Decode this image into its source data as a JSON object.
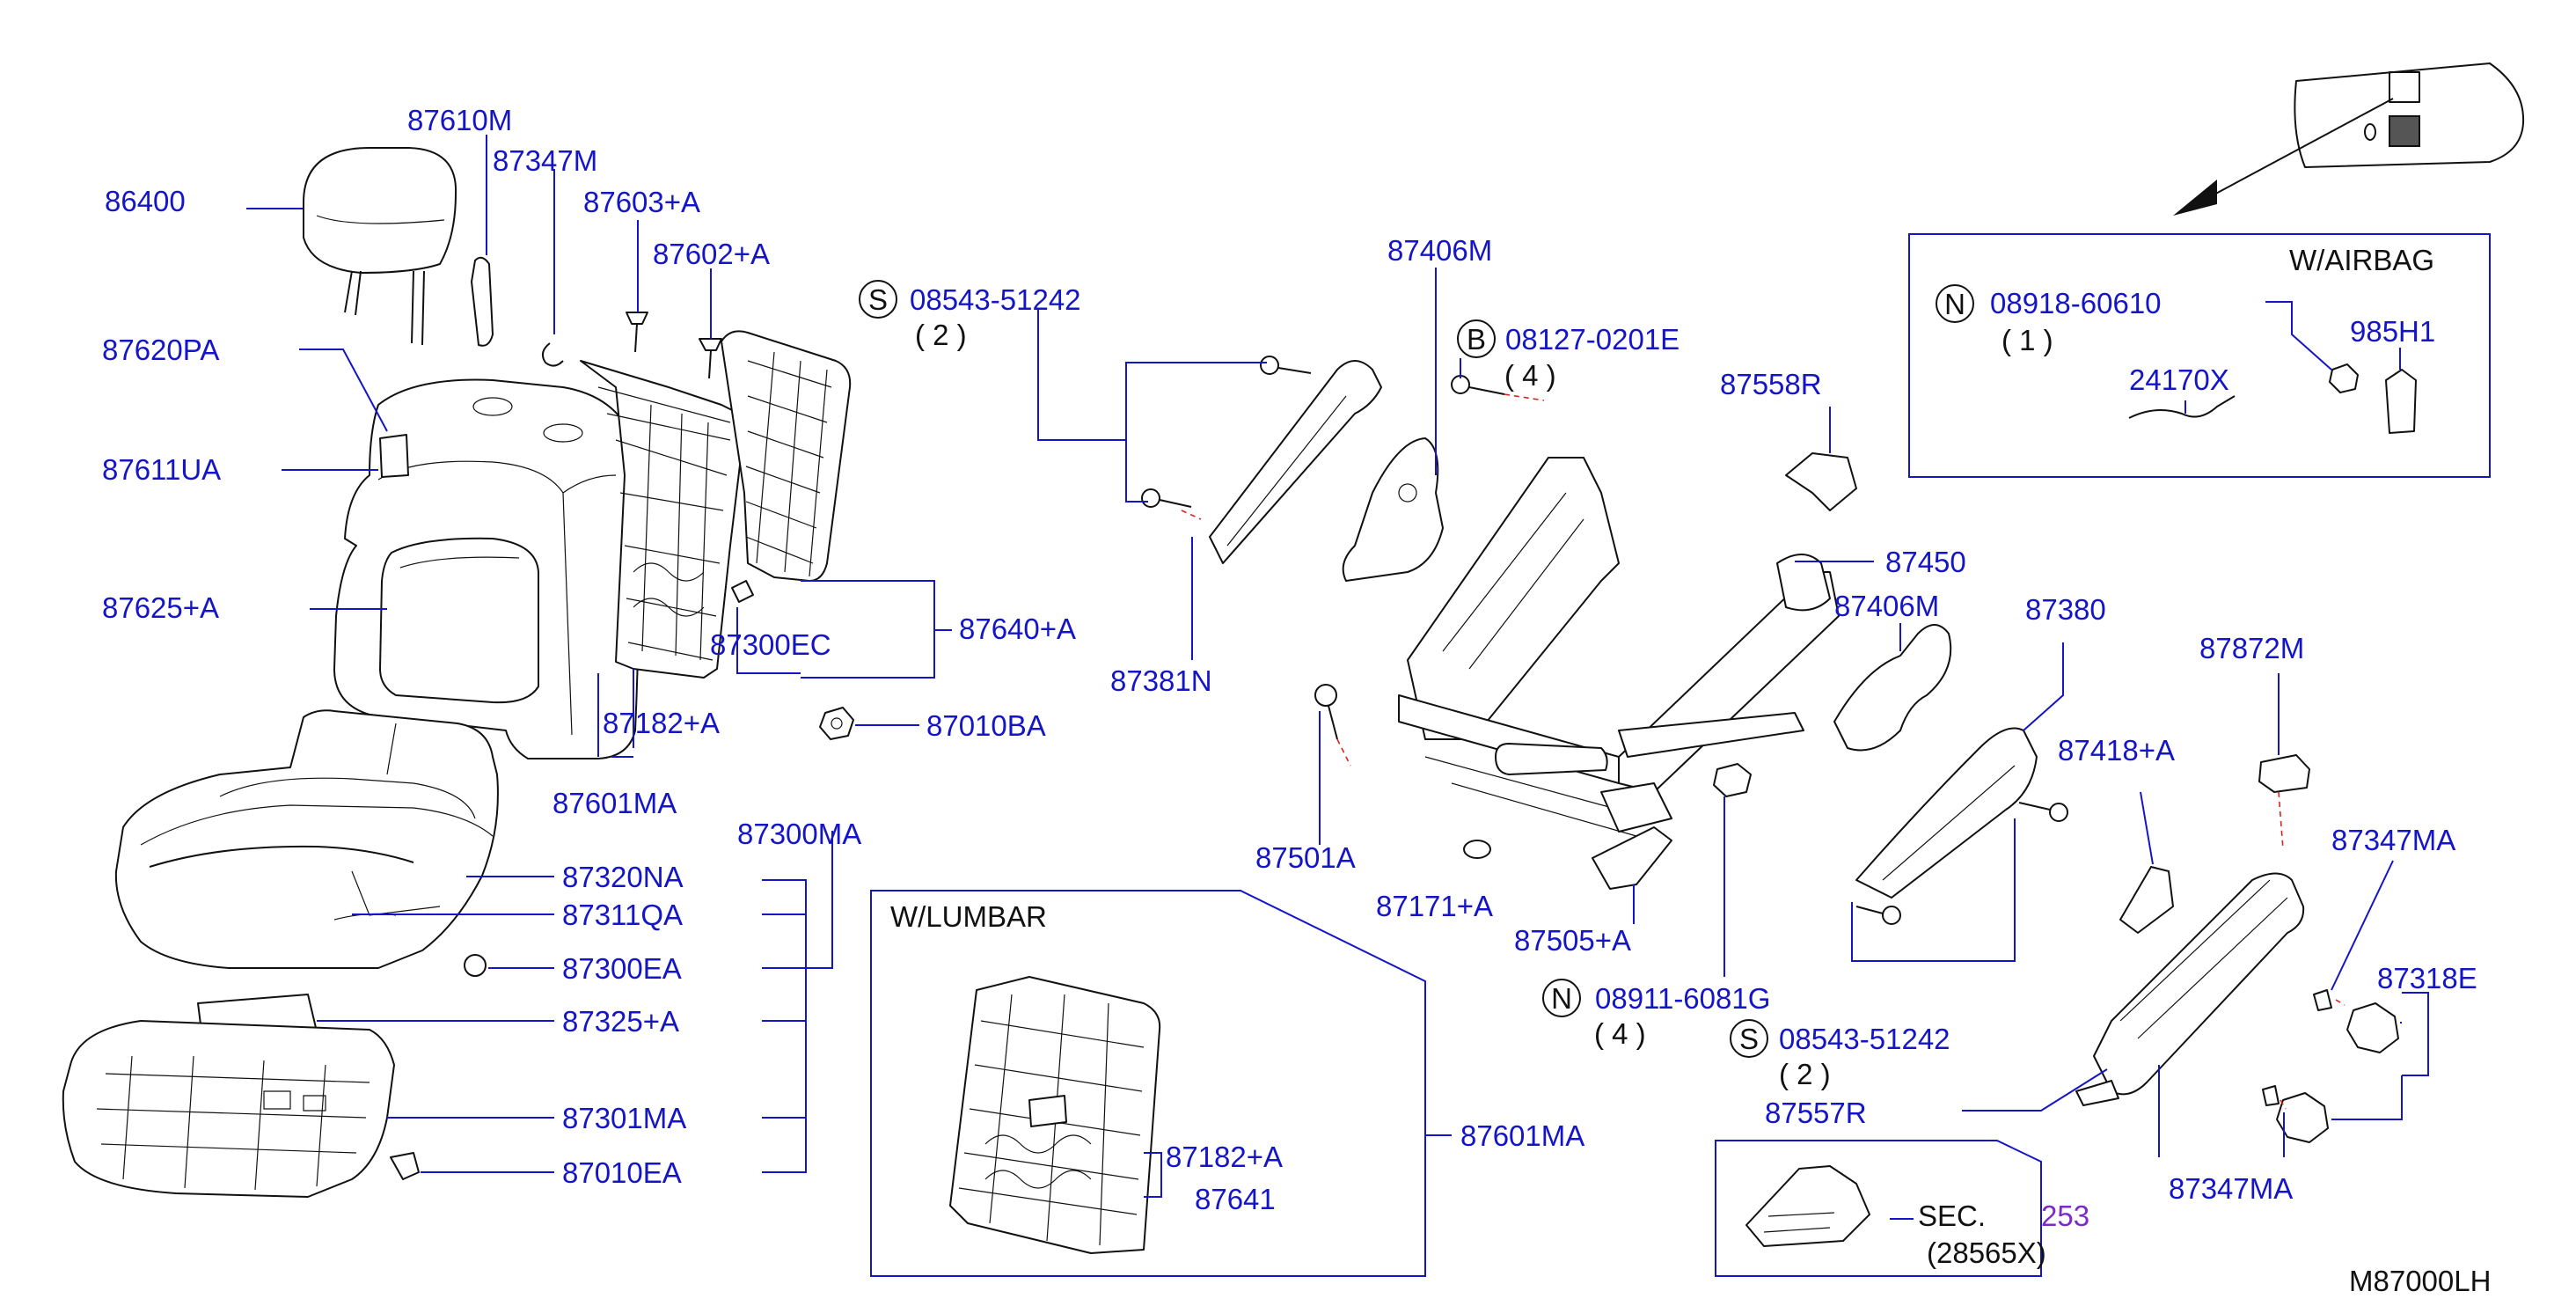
{
  "labels": {
    "p86400": "86400",
    "p87610M": "87610M",
    "p87347M": "87347M",
    "p87603A": "87603+A",
    "p87602A": "87602+A",
    "p87620PA": "87620PA",
    "p87611UA": "87611UA",
    "p87625A": "87625+A",
    "p87300EC": "87300EC",
    "p87640A": "87640+A",
    "p87182A_top": "87182+A",
    "p87601MA_top": "87601MA",
    "p87010BA": "87010BA",
    "p87300MA": "87300MA",
    "p87320NA": "87320NA",
    "p87311QA": "87311QA",
    "p87300EA": "87300EA",
    "p87325A": "87325+A",
    "p87301MA": "87301MA",
    "p87010EA": "87010EA",
    "s_bolt1": "08543-51242",
    "s_bolt1_qty": "( 2 )",
    "p87381N": "87381N",
    "p87406M_top": "87406M",
    "b_bolt": "08127-0201E",
    "b_bolt_qty": "( 4 )",
    "p87558R": "87558R",
    "p87450": "87450",
    "p87406M_right": "87406M",
    "p87380": "87380",
    "p87501A": "87501A",
    "p87171A": "87171+A",
    "p87505A": "87505+A",
    "n_nut": "08911-6081G",
    "n_nut_qty": "( 4 )",
    "s_bolt2": "08543-51242",
    "s_bolt2_qty": "( 2 )",
    "p87557R": "87557R",
    "p87872M": "87872M",
    "p87418A": "87418+A",
    "p87347MA_top": "87347MA",
    "p87318E": "87318E",
    "p87347MA_bottom": "87347MA",
    "p87182A_lumbar": "87182+A",
    "p87641": "87641",
    "p87601MA_right": "87601MA",
    "airbag_title": "W/AIRBAG",
    "n_airbag": "08918-60610",
    "n_airbag_qty": "( 1 )",
    "p985H1": "985H1",
    "p24170X": "24170X",
    "lumbar_title": "W/LUMBAR",
    "sec_text": "SEC.",
    "sec_number": "253",
    "sec_part": "(28565X)",
    "diagram_code": "M87000LH",
    "letter_s": "S",
    "letter_b": "B",
    "letter_n": "N"
  },
  "colors": {
    "label": "#1515c8",
    "line": "#111111",
    "section_ref": "#7a2bc9",
    "dash": "#dd2222"
  }
}
